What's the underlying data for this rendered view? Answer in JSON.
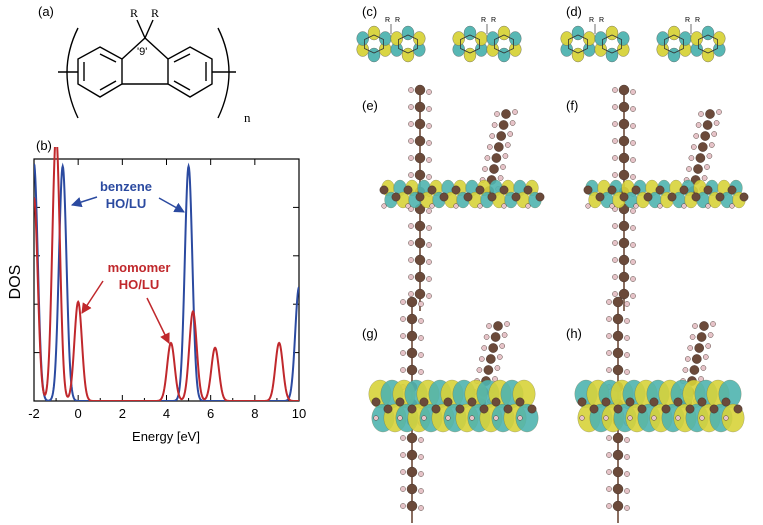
{
  "panels": {
    "a": "(a)",
    "b": "(b)",
    "c": "(c)",
    "d": "(d)",
    "e": "(e)",
    "f": "(f)",
    "g": "(g)",
    "h": "(h)"
  },
  "structure": {
    "substituent_left": "R",
    "substituent_right": "R",
    "position_label": "'9'",
    "repeat_subscript": "n"
  },
  "chart_data": {
    "type": "line",
    "title": "",
    "xlabel": "Energy [eV]",
    "ylabel": "DOS",
    "xlim": [
      -2,
      10
    ],
    "ylim": [
      0,
      1
    ],
    "xticks": [
      -2,
      0,
      2,
      4,
      6,
      8,
      10
    ],
    "xtick_labels": [
      "-2",
      "0",
      "2",
      "4",
      "6",
      "8",
      "10"
    ],
    "series": [
      {
        "color": "#2b4aa0",
        "peaks": [
          {
            "center": -2.0,
            "height": 0.98,
            "width": 0.17
          },
          {
            "center": -0.7,
            "height": 0.97,
            "width": 0.17
          },
          {
            "center": 5.0,
            "height": 0.97,
            "width": 0.17
          },
          {
            "center": 10.0,
            "height": 0.47,
            "width": 0.17
          }
        ]
      },
      {
        "color": "#c0282c",
        "peaks": [
          {
            "center": -2.0,
            "height": 0.84,
            "width": 0.17
          },
          {
            "center": -1.0,
            "height": 1.1,
            "width": 0.17
          },
          {
            "center": 0.0,
            "height": 0.41,
            "width": 0.17
          },
          {
            "center": 4.2,
            "height": 0.24,
            "width": 0.17
          },
          {
            "center": 5.2,
            "height": 0.37,
            "width": 0.17
          },
          {
            "center": 6.2,
            "height": 0.22,
            "width": 0.17
          },
          {
            "center": 9.1,
            "height": 0.24,
            "width": 0.17
          }
        ]
      }
    ],
    "annotations": [
      {
        "line1": "benzene",
        "line2": "HO/LU",
        "color": "#2b4aa0"
      },
      {
        "line1": "momomer",
        "line2": "HO/LU",
        "color": "#c0282c"
      }
    ]
  },
  "colors": {
    "orbital_yellow": "#d8d33a",
    "orbital_cyan": "#4fb4b0",
    "carbon": "#6b4a3a",
    "hydrogen": "#e6c3c8"
  }
}
